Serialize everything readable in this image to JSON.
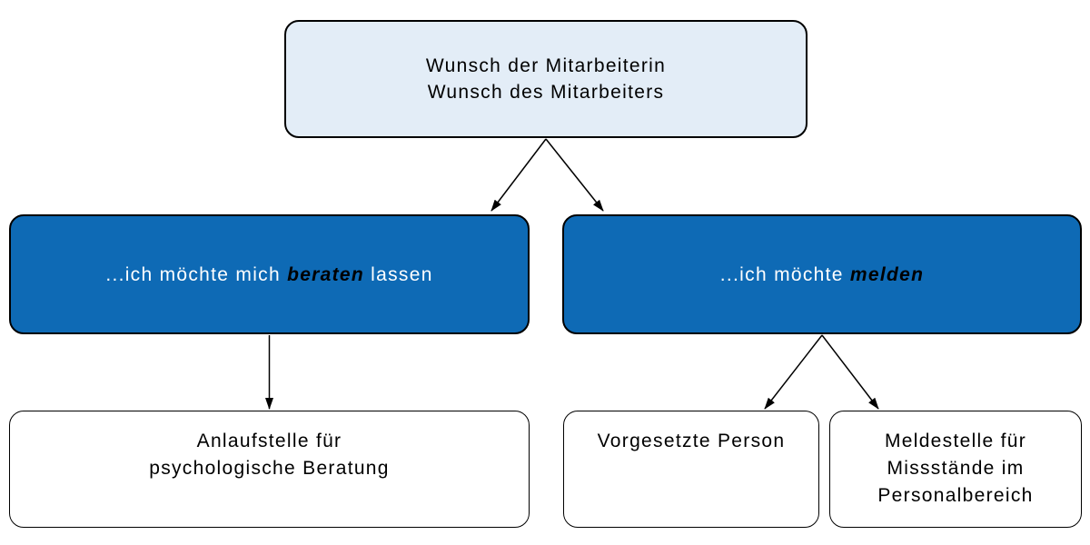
{
  "colors": {
    "root_fill": "#e3edf7",
    "branch_fill": "#0e6ab5",
    "leaf_fill": "#ffffff",
    "border": "#000000",
    "text": "#000000",
    "branch_text": "#ffffff",
    "emphasis_text": "#000000"
  },
  "nodes": {
    "root": {
      "lines": [
        "Wunsch der Mitarbeiterin",
        "Wunsch des Mitarbeiters"
      ]
    },
    "beraten": {
      "prefix": "...ich möchte mich ",
      "emphasis": "beraten",
      "suffix": " lassen"
    },
    "melden": {
      "prefix": "...ich möchte ",
      "emphasis": "melden",
      "suffix": ""
    },
    "anlaufstelle": {
      "lines": [
        "Anlaufstelle für",
        "psychologische Beratung"
      ]
    },
    "vorgesetzte": {
      "lines": [
        "Vorgesetzte Person"
      ]
    },
    "meldestelle": {
      "lines": [
        "Meldestelle für",
        "Missstände im",
        "Personalbereich"
      ]
    }
  }
}
